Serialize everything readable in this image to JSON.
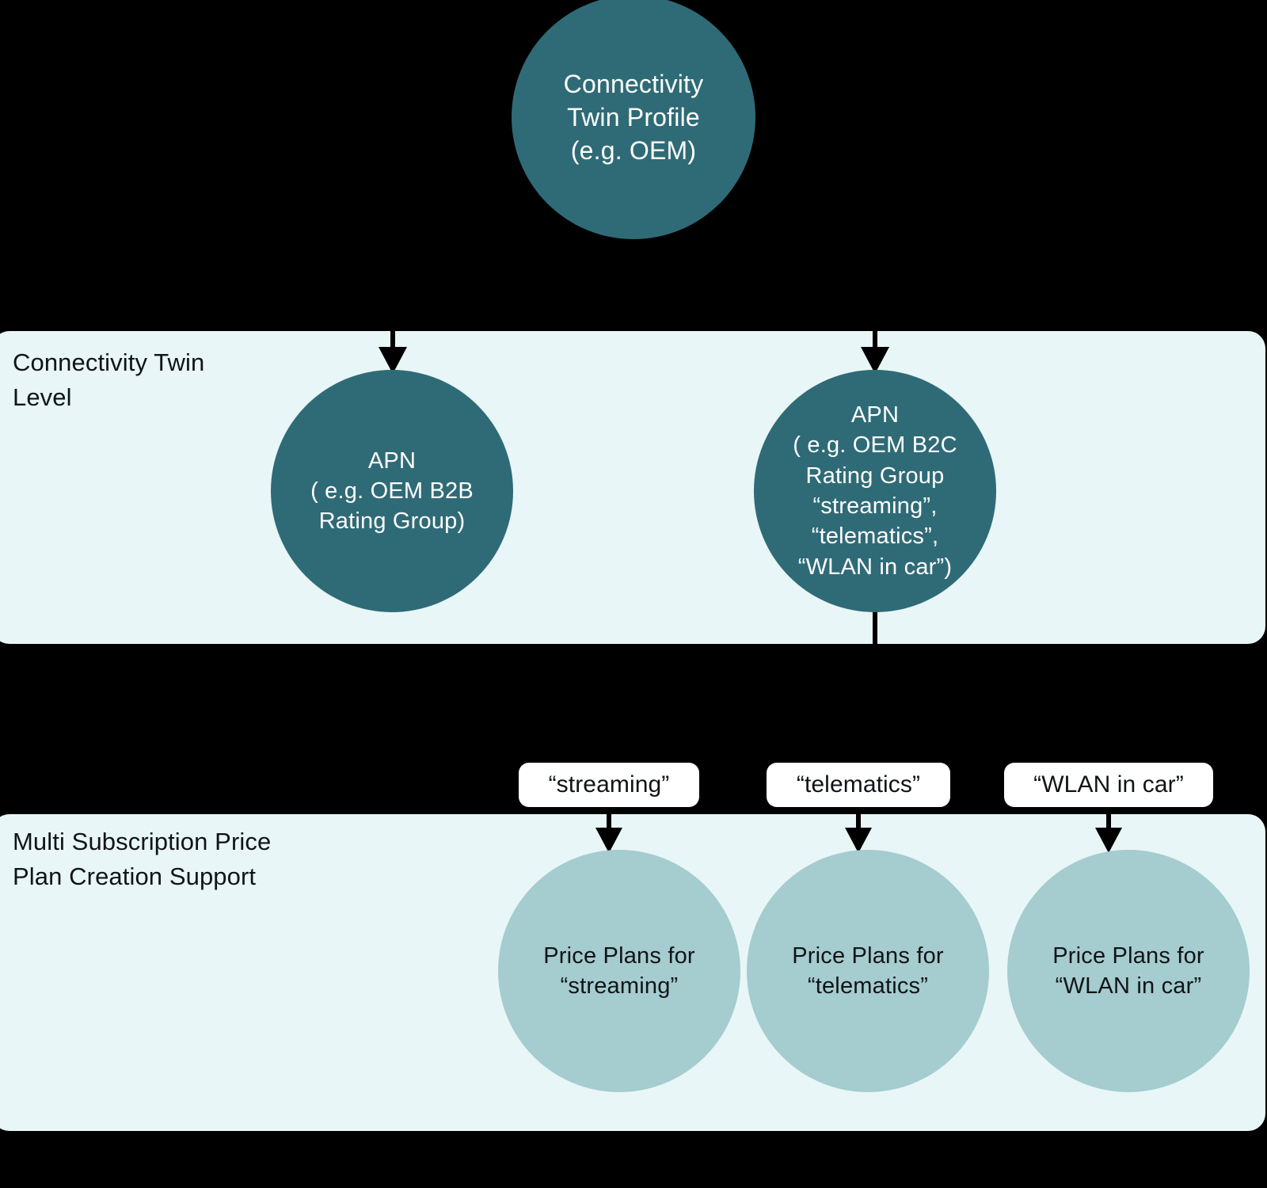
{
  "diagram": {
    "title_nodes": {
      "root": {
        "label": "Connectivity\nTwin Profile\n(e.g. OEM)",
        "fill": "#2F6B76",
        "text_color": "#FFFFFF"
      }
    },
    "bands": [
      {
        "id": "connectivity-twin-level",
        "label": "Connectivity Twin\nLevel",
        "fill": "#E8F6F7"
      },
      {
        "id": "multi-subscription-price-plan-creation-support",
        "label": "Multi Subscription Price\nPlan Creation Support",
        "fill": "#E8F6F7"
      }
    ],
    "apn_nodes": [
      {
        "id": "apn-b2b",
        "label": "APN\n( e.g. OEM B2B\nRating Group)",
        "fill": "#2F6B76",
        "text_color": "#FFFFFF"
      },
      {
        "id": "apn-b2c",
        "label": "APN\n( e.g. OEM B2C\nRating Group\n“streaming”,\n“telematics”,\n“WLAN in car”)",
        "fill": "#2F6B76",
        "text_color": "#FFFFFF"
      }
    ],
    "rating_group_pills": [
      {
        "id": "pill-streaming",
        "label": "“streaming”"
      },
      {
        "id": "pill-telematics",
        "label": "“telematics”"
      },
      {
        "id": "pill-wlan",
        "label": "“WLAN in car”"
      }
    ],
    "price_plan_nodes": [
      {
        "id": "price-plans-streaming",
        "label": "Price Plans for\n“streaming”",
        "fill": "#A5CCCE",
        "text_color": "#101418"
      },
      {
        "id": "price-plans-telematics",
        "label": "Price Plans for\n“telematics”",
        "fill": "#A5CCCE",
        "text_color": "#101418"
      },
      {
        "id": "price-plans-wlan",
        "label": "Price Plans for\n“WLAN in car”",
        "fill": "#A5CCCE",
        "text_color": "#101418"
      }
    ],
    "colors": {
      "background": "#000000",
      "band_fill": "#E8F6F7",
      "dark_node": "#2F6B76",
      "light_node": "#A5CCCE",
      "pill_fill": "#FFFFFF",
      "connector": "#000000"
    }
  }
}
